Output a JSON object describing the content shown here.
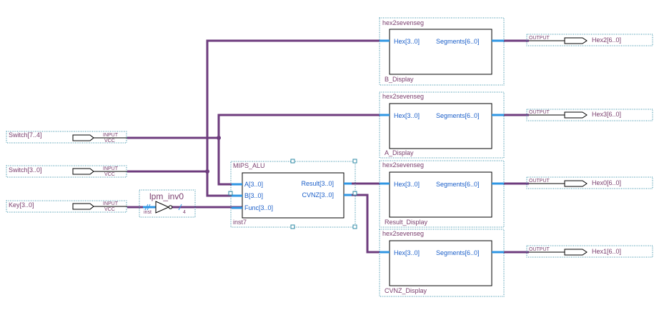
{
  "inputs": [
    {
      "name": "Switch[7..4]",
      "type": "INPUT",
      "vcc": "VCC"
    },
    {
      "name": "Switch[3..0]",
      "type": "INPUT",
      "vcc": "VCC"
    },
    {
      "name": "Key[3..0]",
      "type": "INPUT",
      "vcc": "VCC"
    }
  ],
  "outputs": [
    {
      "name": "Hex2[6..0]",
      "type": "OUTPUT"
    },
    {
      "name": "Hex3[6..0]",
      "type": "OUTPUT"
    },
    {
      "name": "Hex0[6..0]",
      "type": "OUTPUT"
    },
    {
      "name": "Hex1[6..0]",
      "type": "OUTPUT"
    }
  ],
  "inverter": {
    "title": "lpm_inv0",
    "inst": "inst",
    "width": "4"
  },
  "alu": {
    "title": "MIPS_ALU",
    "inst": "inst7",
    "ports_in": [
      "A[3..0]",
      "B[3..0]",
      "Func[3..0]"
    ],
    "ports_out": [
      "Result[3..0]",
      "CVNZ[3..0]"
    ]
  },
  "decoders": [
    {
      "type": "hex2sevenseg",
      "port_in": "Hex[3..0]",
      "port_out": "Segments[6..0]",
      "inst": "B_Display"
    },
    {
      "type": "hex2sevenseg",
      "port_in": "Hex[3..0]",
      "port_out": "Segments[6..0]",
      "inst": "A_Display"
    },
    {
      "type": "hex2sevenseg",
      "port_in": "Hex[3..0]",
      "port_out": "Segments[6..0]",
      "inst": "Result_Display"
    },
    {
      "type": "hex2sevenseg",
      "port_in": "Hex[3..0]",
      "port_out": "Segments[6..0]",
      "inst": "CVNZ_Display"
    }
  ]
}
